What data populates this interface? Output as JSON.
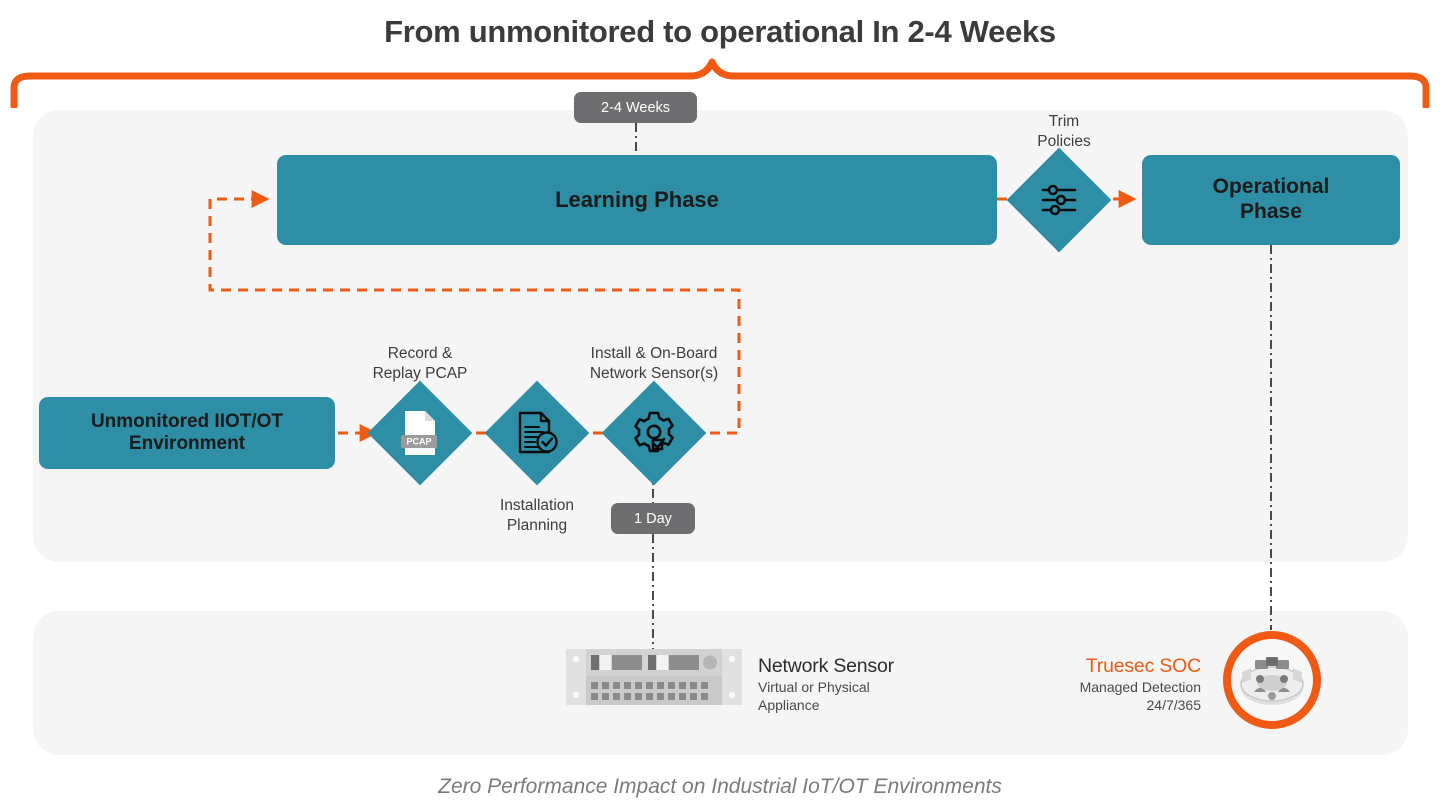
{
  "title": "From unmonitored to operational In 2-4 Weeks",
  "caption": "Zero Performance Impact on Industrial IoT/OT Environments",
  "colors": {
    "teal": "#2d8ea5",
    "orange": "#f05a14",
    "badge_gray": "#6e6e70",
    "panel_bg": "#f5f5f5",
    "title_text": "#3b3b3b",
    "caption_text": "#7b7b7b"
  },
  "boxes": {
    "learning": "Learning Phase",
    "operational": "Operational\nPhase",
    "unmonitored": "Unmonitored IIOT/OT\nEnvironment"
  },
  "diamonds": {
    "trim": {
      "label": "Trim\nPolicies",
      "icon": "sliders-icon"
    },
    "pcap": {
      "label": "Record &\nReplay PCAP",
      "icon": "pcap-file-icon"
    },
    "plan": {
      "label": "Installation\nPlanning",
      "icon": "document-check-icon"
    },
    "gear": {
      "label": "Install & On-Board\nNetwork Sensor(s)",
      "icon": "gear-check-icon"
    }
  },
  "badges": {
    "weeks": "2-4 Weeks",
    "day": "1 Day"
  },
  "legend": {
    "sensor": {
      "title": "Network Sensor",
      "subtitle": "Virtual or Physical\nAppliance",
      "icon": "rack-appliance-icon"
    },
    "soc": {
      "title": "Truesec SOC",
      "subtitle": "Managed Detection\n24/7/365",
      "icon": "soc-room-icon"
    }
  }
}
